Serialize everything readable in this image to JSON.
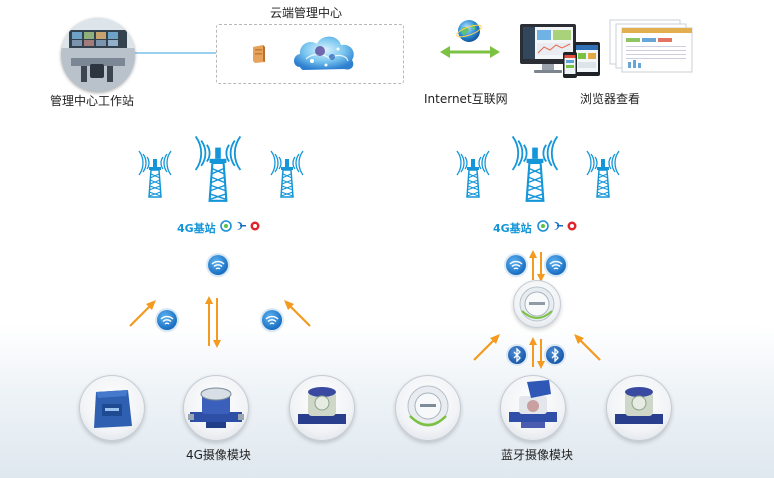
{
  "top": {
    "workstation_label": "管理中心工作站",
    "cloud_title": "云端管理中心",
    "internet_label": "Internet互联网",
    "browser_label": "浏览器查看"
  },
  "left": {
    "base_label": "4G基站",
    "module_label": "4G摄像模块"
  },
  "right": {
    "base_label": "4G基站",
    "module_label": "蓝牙摄像模块"
  },
  "colors": {
    "arrow_orange": "#f39a1f",
    "link_green": "#7cc242",
    "tower_blue": "#1496d8",
    "connector_blue": "#39a0e0"
  },
  "icons": [
    "computer-monitor-icon",
    "cloud-icon",
    "globe-icon",
    "wifi-icon",
    "bluetooth-icon",
    "cell-tower-icon",
    "china-mobile-logo",
    "china-telecom-logo",
    "china-unicom-logo"
  ]
}
